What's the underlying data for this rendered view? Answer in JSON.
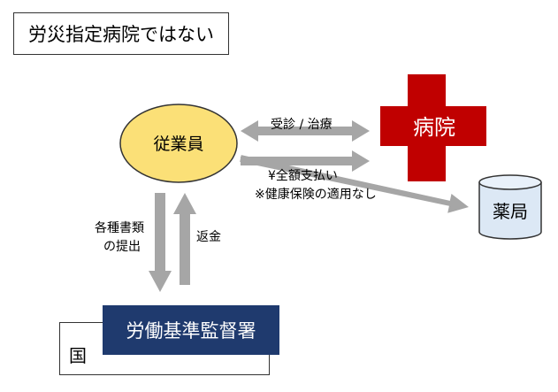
{
  "title": "労災指定病院ではない",
  "employee": {
    "label": "従業員"
  },
  "hospital": {
    "label": "病院"
  },
  "pharmacy": {
    "label": "薬局"
  },
  "arrows": {
    "consult": "受診 / 治療",
    "payment_line1": "¥全額支払い",
    "payment_line2": "※健康保険の適用なし",
    "documents_line1": "各種書類",
    "documents_line2": "の提出",
    "refund": "返金"
  },
  "government": {
    "country": "国",
    "office": "労働基準監督署"
  },
  "colors": {
    "employee_fill": "#fbe077",
    "hospital_red": "#c00000",
    "pharmacy_fill": "#dce8f5",
    "arrow_gray": "#a6a6a6",
    "office_navy": "#1f3a6e"
  }
}
